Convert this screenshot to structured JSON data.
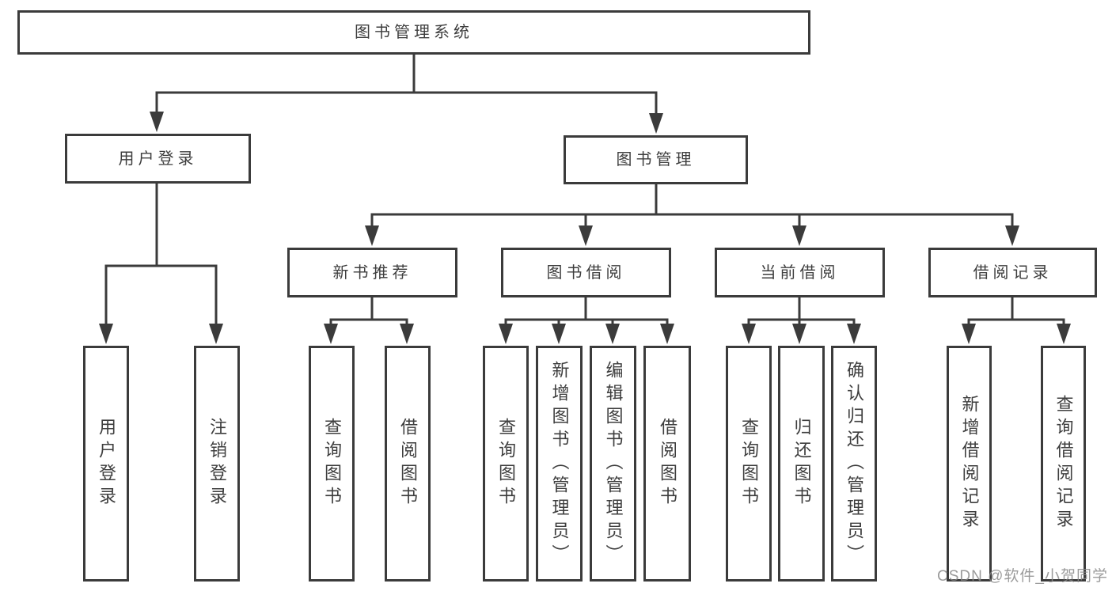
{
  "diagram_type": "hierarchy-tree",
  "colors": {
    "line": "#3b3b3b",
    "box_border": "#3b3b3b",
    "box_fill": "#ffffff",
    "text": "#3e3e3e",
    "watermark": "#898989"
  },
  "watermark": {
    "text": "CSDN @软件_小贺同学"
  },
  "tree": {
    "root": {
      "label": "图书管理系统",
      "children": [
        {
          "label": "用户登录",
          "children": [
            {
              "label": "用户登录"
            },
            {
              "label": "注销登录"
            }
          ]
        },
        {
          "label": "图书管理",
          "children": [
            {
              "label": "新书推荐",
              "children": [
                {
                  "label": "查询图书"
                },
                {
                  "label": "借阅图书"
                }
              ]
            },
            {
              "label": "图书借阅",
              "children": [
                {
                  "label": "查询图书"
                },
                {
                  "label": "新增图书（管理员）"
                },
                {
                  "label": "编辑图书（管理员）"
                },
                {
                  "label": "借阅图书"
                }
              ]
            },
            {
              "label": "当前借阅",
              "children": [
                {
                  "label": "查询图书"
                },
                {
                  "label": "归还图书"
                },
                {
                  "label": "确认归还（管理员）"
                }
              ]
            },
            {
              "label": "借阅记录",
              "children": [
                {
                  "label": "新增借阅记录"
                },
                {
                  "label": "查询借阅记录"
                }
              ]
            }
          ]
        }
      ]
    }
  }
}
